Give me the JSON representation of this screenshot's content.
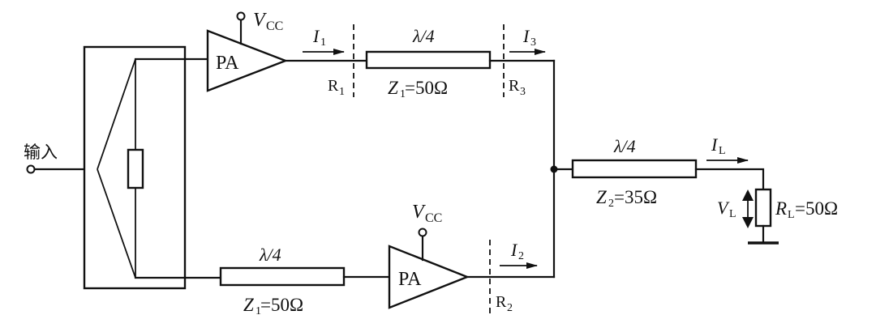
{
  "labels": {
    "input": "输入",
    "pa_top": "PA",
    "pa_bottom": "PA",
    "vcc_v": "V",
    "vcc_sub": "CC",
    "lambda4": "λ/4",
    "z1_top_z": "Z",
    "z1_top_sub": "1",
    "z1_top_val": "=50Ω",
    "z1_bot_z": "Z",
    "z1_bot_sub": "1",
    "z1_bot_val": "=50Ω",
    "z2_z": "Z",
    "z2_sub": "2",
    "z2_val": "=35Ω",
    "i": "I",
    "i1_sub": "1",
    "i2_sub": "2",
    "i3_sub": "3",
    "il_sub": "L",
    "r": "R",
    "r1_sub": "1",
    "r2_sub": "2",
    "r3_sub": "3",
    "vl_v": "V",
    "vl_sub": "L",
    "rl_r": "R",
    "rl_sub": "L",
    "rl_val": "=50Ω"
  }
}
